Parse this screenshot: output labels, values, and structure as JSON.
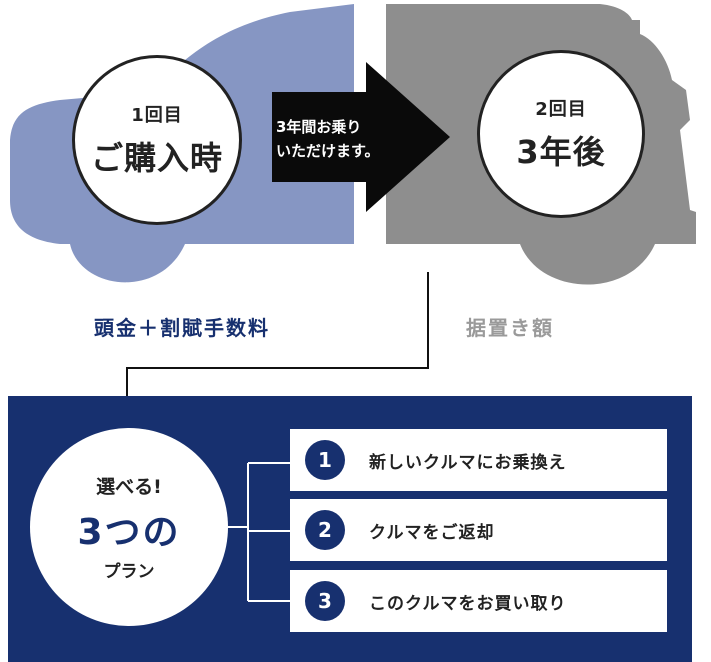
{
  "first": {
    "count": "1回目",
    "title": "ご購入時"
  },
  "arrow": {
    "line1": "3年間お乗り",
    "line2": "いただけます。"
  },
  "second": {
    "count": "2回目",
    "title": "3年後"
  },
  "labels": {
    "left": "頭金＋割賦手数料",
    "right": "据置き額"
  },
  "plan": {
    "top": "選べる!",
    "middle": "3つの",
    "bottom": "プラン"
  },
  "options": [
    {
      "number": "1",
      "text": "新しいクルマにお乗換え"
    },
    {
      "number": "2",
      "text": "クルマをご返却"
    },
    {
      "number": "3",
      "text": "このクルマをお買い取り"
    }
  ],
  "colors": {
    "blue_car": "#8696c3",
    "gray_car": "#8e8e8e",
    "navy": "#17306f",
    "label_gray": "#9a9a9a"
  }
}
